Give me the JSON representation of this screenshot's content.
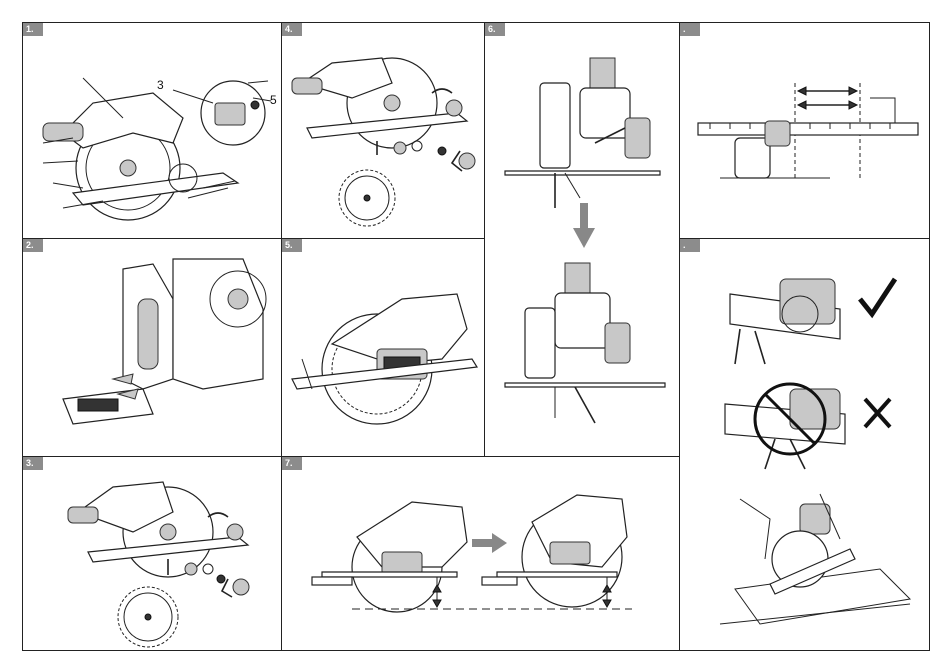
{
  "panels": {
    "p1": {
      "tag": "1."
    },
    "p2": {
      "tag": "2."
    },
    "p3": {
      "tag": "3."
    },
    "p4": {
      "tag": "4."
    },
    "p5": {
      "tag": "5."
    },
    "p6": {
      "tag": "6."
    },
    "p7": {
      "tag": "7."
    },
    "p8": {
      "tag": "."
    },
    "p9": {
      "tag": "."
    }
  },
  "callouts": {
    "c3": "3",
    "c5": "5"
  },
  "icons": {
    "ok": "checkmark-icon",
    "bad": "cross-icon",
    "no": "prohibited-icon"
  }
}
